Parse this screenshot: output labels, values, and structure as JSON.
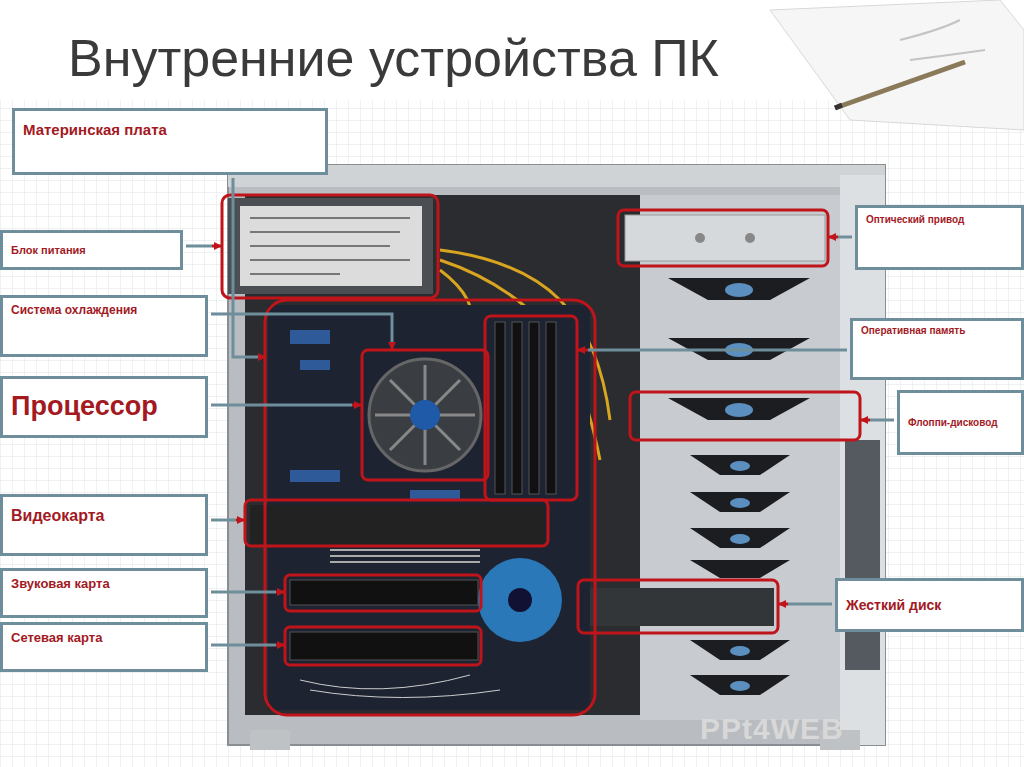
{
  "diagram": {
    "title": "Внутренние устройства ПК",
    "nodes": [
      {
        "text": [
          "Материнская плата"
        ]
      },
      {
        "text": [
          "Блок питания"
        ]
      },
      {
        "text": [
          "Оптический привод"
        ]
      },
      {
        "text": [
          "Система охлаждения"
        ]
      },
      {
        "text": [
          "Оперативная память"
        ]
      },
      {
        "text": [
          "Процессор"
        ]
      },
      {
        "text": [
          "Флоппи-дисковод"
        ]
      },
      {
        "text": [
          "Видеокарта"
        ]
      },
      {
        "text": [
          "Звуковая карта"
        ]
      },
      {
        "text": [
          "Жесткий диск"
        ]
      },
      {
        "text": [
          "Сетевая карта"
        ]
      }
    ],
    "labels": [
      "PPt4WEB"
    ]
  }
}
